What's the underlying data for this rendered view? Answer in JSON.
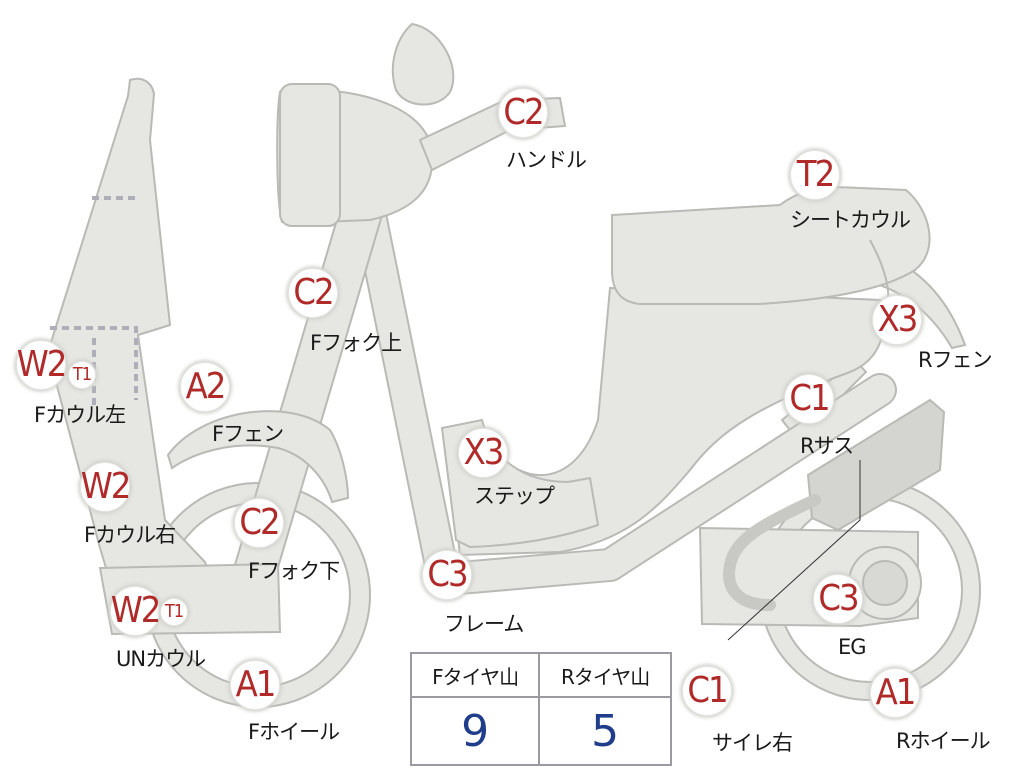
{
  "colors": {
    "part_fill": "#e6e6e3",
    "part_stroke": "#b9b9b5",
    "badge_text": "#b02a2a",
    "tread_value": "#1f3d8a"
  },
  "callouts": {
    "handle": {
      "code": "C2",
      "label": "ハンドル"
    },
    "seat_cowl": {
      "code": "T2",
      "label": "シートカウル"
    },
    "fork_upper": {
      "code": "C2",
      "label": "Fフォク上"
    },
    "r_fender": {
      "code": "X3",
      "label": "Rフェン"
    },
    "f_cowl_left": {
      "code": "W2",
      "sub": "T1",
      "label": "Fカウル左"
    },
    "f_fender": {
      "code": "A2",
      "label": "Fフェン"
    },
    "r_sus": {
      "code": "C1",
      "label": "Rサス"
    },
    "step": {
      "code": "X3",
      "label": "ステップ"
    },
    "f_cowl_right": {
      "code": "W2",
      "label": "Fカウル右"
    },
    "fork_lower": {
      "code": "C2",
      "label": "Fフォク下"
    },
    "frame": {
      "code": "C3",
      "label": "フレーム"
    },
    "engine": {
      "code": "C3",
      "label": "EG"
    },
    "un_cowl": {
      "code": "W2",
      "sub": "T1",
      "label": "UNカウル"
    },
    "f_wheel": {
      "code": "A1",
      "label": "Fホイール"
    },
    "muffler_right": {
      "code": "C1",
      "label": "サイレ右"
    },
    "r_wheel": {
      "code": "A1",
      "label": "Rホイール"
    }
  },
  "tread_table": {
    "headers": [
      "Fタイヤ山",
      "Rタイヤ山"
    ],
    "values": [
      "9",
      "5"
    ]
  }
}
